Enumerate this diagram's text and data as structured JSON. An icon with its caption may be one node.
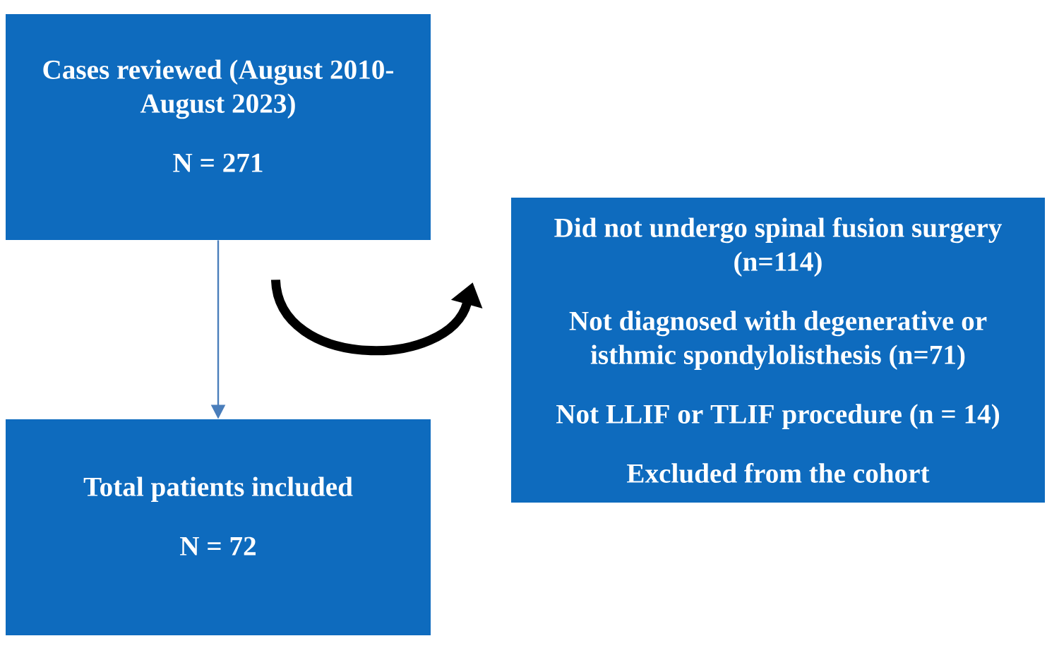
{
  "diagram": {
    "nodes": [
      {
        "text": [
          "Cases reviewed (August 2010- August 2023)",
          "N = 271"
        ]
      },
      {
        "text": [
          "Did not undergo spinal fusion surgery (n=114)",
          "Not diagnosed with degenerative or isthmic spondylolisthesis (n=71)",
          "Not LLIF or TLIF procedure (n = 14)",
          "Excluded from the cohort"
        ]
      },
      {
        "text": [
          "Total patients included",
          "N = 72"
        ]
      }
    ],
    "edges": [
      {
        "from": 0,
        "to": 2,
        "arrow": "to",
        "color": "#4a7ebb"
      },
      {
        "from": 0,
        "to": 1,
        "arrow": "to",
        "style": "thick",
        "color": "#000000"
      }
    ]
  }
}
